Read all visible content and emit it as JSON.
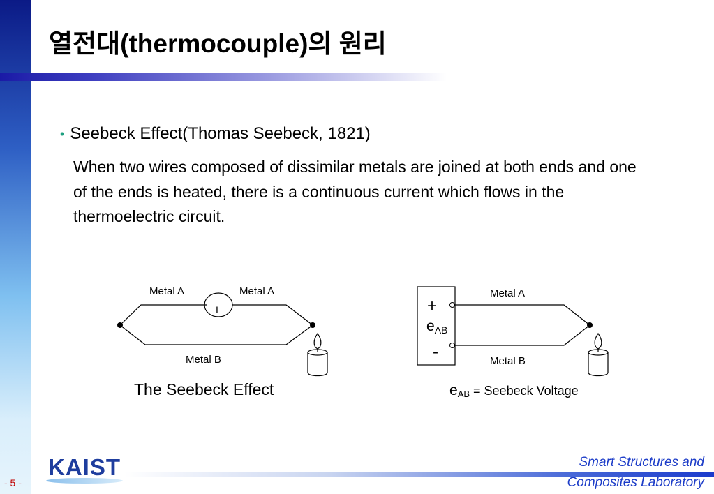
{
  "slide": {
    "title": "열전대(thermocouple)의 원리",
    "bullet": "Seebeck Effect(Thomas Seebeck, 1821)",
    "paragraph": "When two wires composed of dissimilar metals are joined at both ends and one of the ends is heated, there is a continuous current which flows in the thermoelectric circuit.",
    "page_number": "- 5 -"
  },
  "diagram_left": {
    "label_top_left": "Metal A",
    "label_top_right": "Metal A",
    "label_bottom": "Metal B",
    "current_symbol": "I",
    "caption": "The Seebeck Effect"
  },
  "diagram_right": {
    "label_top": "Metal A",
    "label_bottom": "Metal B",
    "plus": "+",
    "minus": "-",
    "e": "e",
    "e_sub": "AB",
    "caption_e": "e",
    "caption_sub": "AB",
    "caption_rest": " = Seebeck Voltage"
  },
  "footer": {
    "logo_text": "KAIST",
    "lab_line1": "Smart Structures and",
    "lab_line2": "Composites Laboratory"
  },
  "colors": {
    "title_rule": "#1a1aa6",
    "bullet": "#1ea080",
    "lab_text": "#1c3cc8",
    "logo": "#1e3d9e",
    "page_number": "#c00000"
  }
}
